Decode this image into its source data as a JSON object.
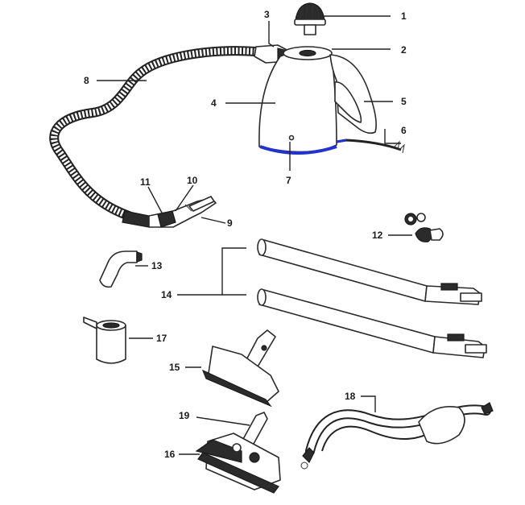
{
  "diagram": {
    "accent_color": "#2233cc",
    "labels": [
      "1",
      "2",
      "3",
      "4",
      "5",
      "6",
      "7",
      "8",
      "9",
      "10",
      "11",
      "12",
      "13",
      "14",
      "15",
      "16",
      "17",
      "18",
      "19"
    ]
  }
}
